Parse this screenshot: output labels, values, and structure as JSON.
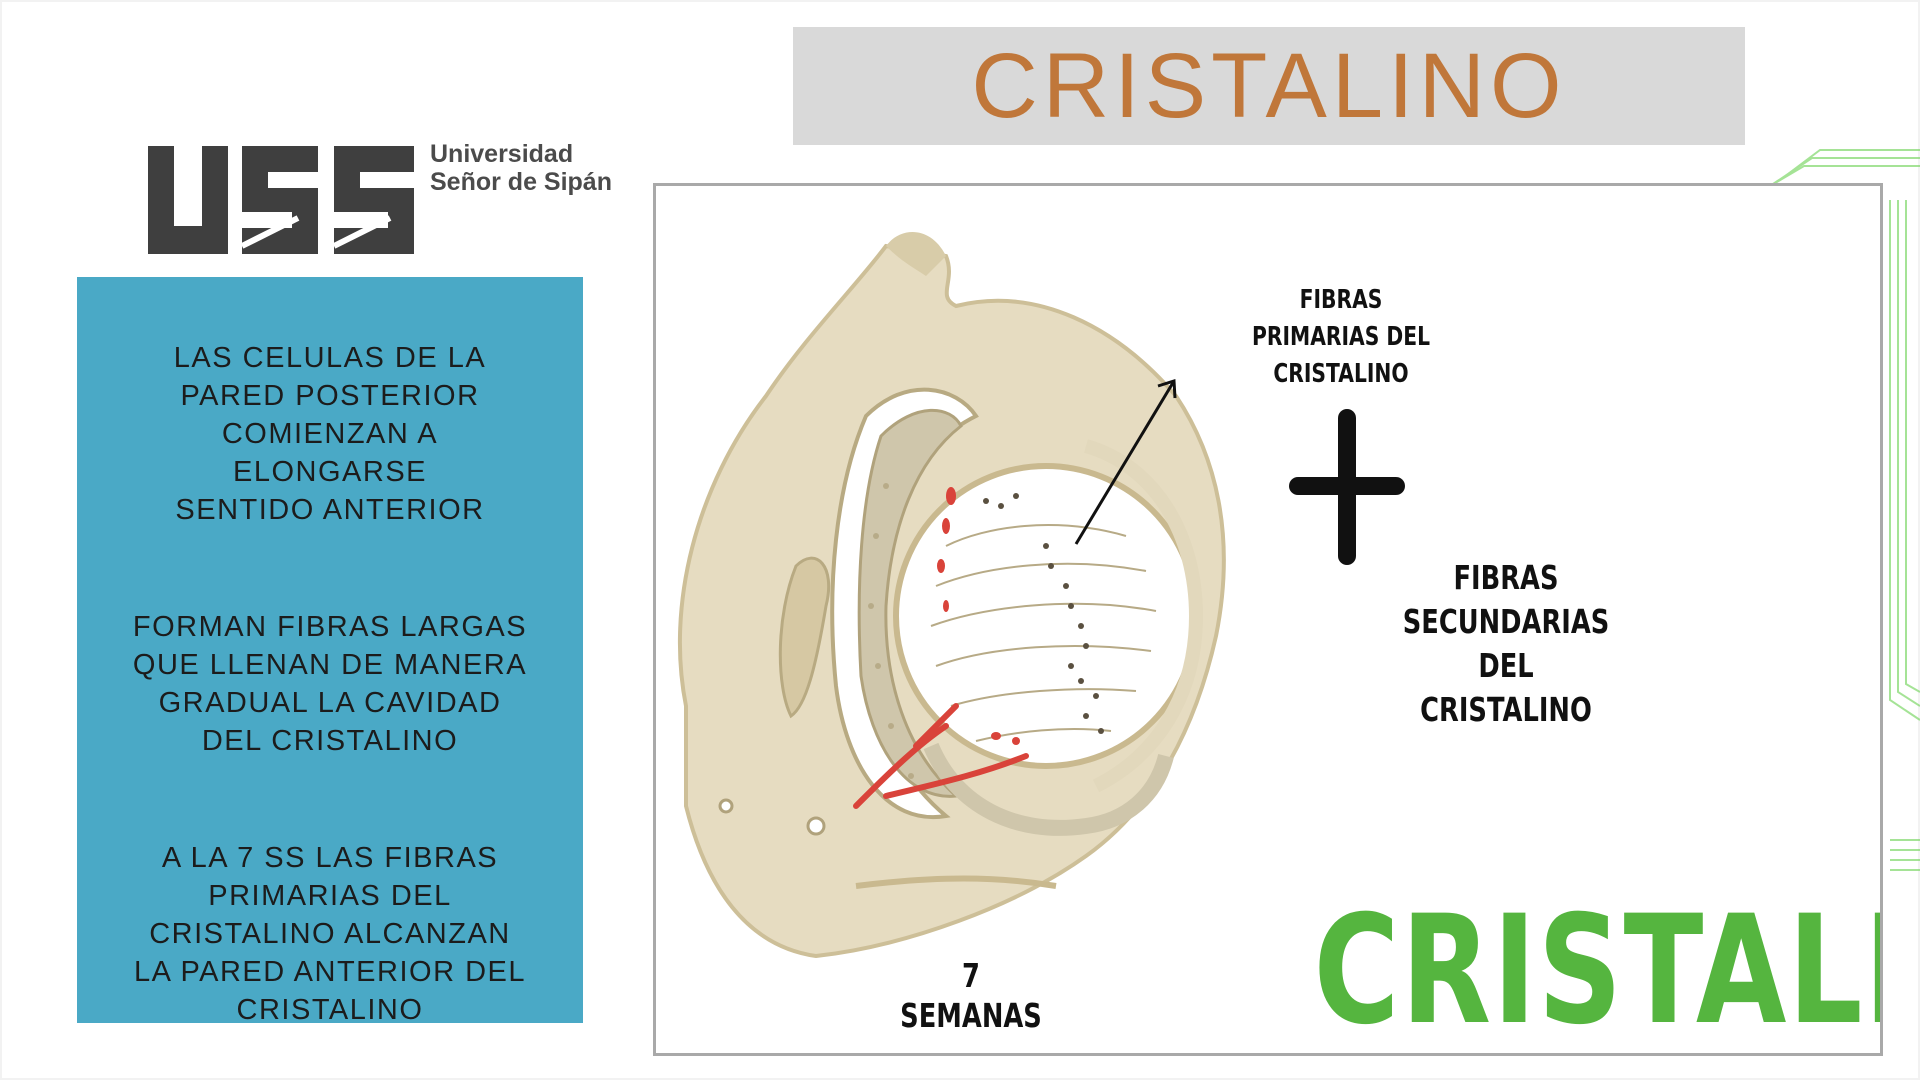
{
  "slide": {
    "title": "CRISTALINO",
    "colors": {
      "title_text": "#c0773a",
      "title_bar": "#d9d9d9",
      "panel": "#4aa9c6",
      "accent_green": "#55b53f"
    }
  },
  "logo": {
    "mark": "USS",
    "line1": "Universidad",
    "line2": "Señor de Sipán"
  },
  "info_panel": {
    "paragraphs": [
      "LAS CELULAS DE LA\nPARED POSTERIOR\nCOMIENZAN A\nELONGARSE\n SENTIDO ANTERIOR",
      "FORMAN FIBRAS LARGAS\nQUE LLENAN DE MANERA\nGRADUAL LA CAVIDAD\nDEL CRISTALINO",
      "A LA 7 SS LAS FIBRAS\nPRIMARIAS DEL\nCRISTALINO ALCANZAN\nLA PARED ANTERIOR DEL\nCRISTALINO"
    ]
  },
  "figure": {
    "label_primary": "FIBRAS\nPRIMARIAS DEL\nCRISTALINO",
    "label_secondary": "FIBRAS SECUNDARIAS\nDEL CRISTALINO",
    "label_weeks": "7 SEMANAS",
    "big_word": "CRISTALINO",
    "plus_icon": "plus-icon"
  }
}
